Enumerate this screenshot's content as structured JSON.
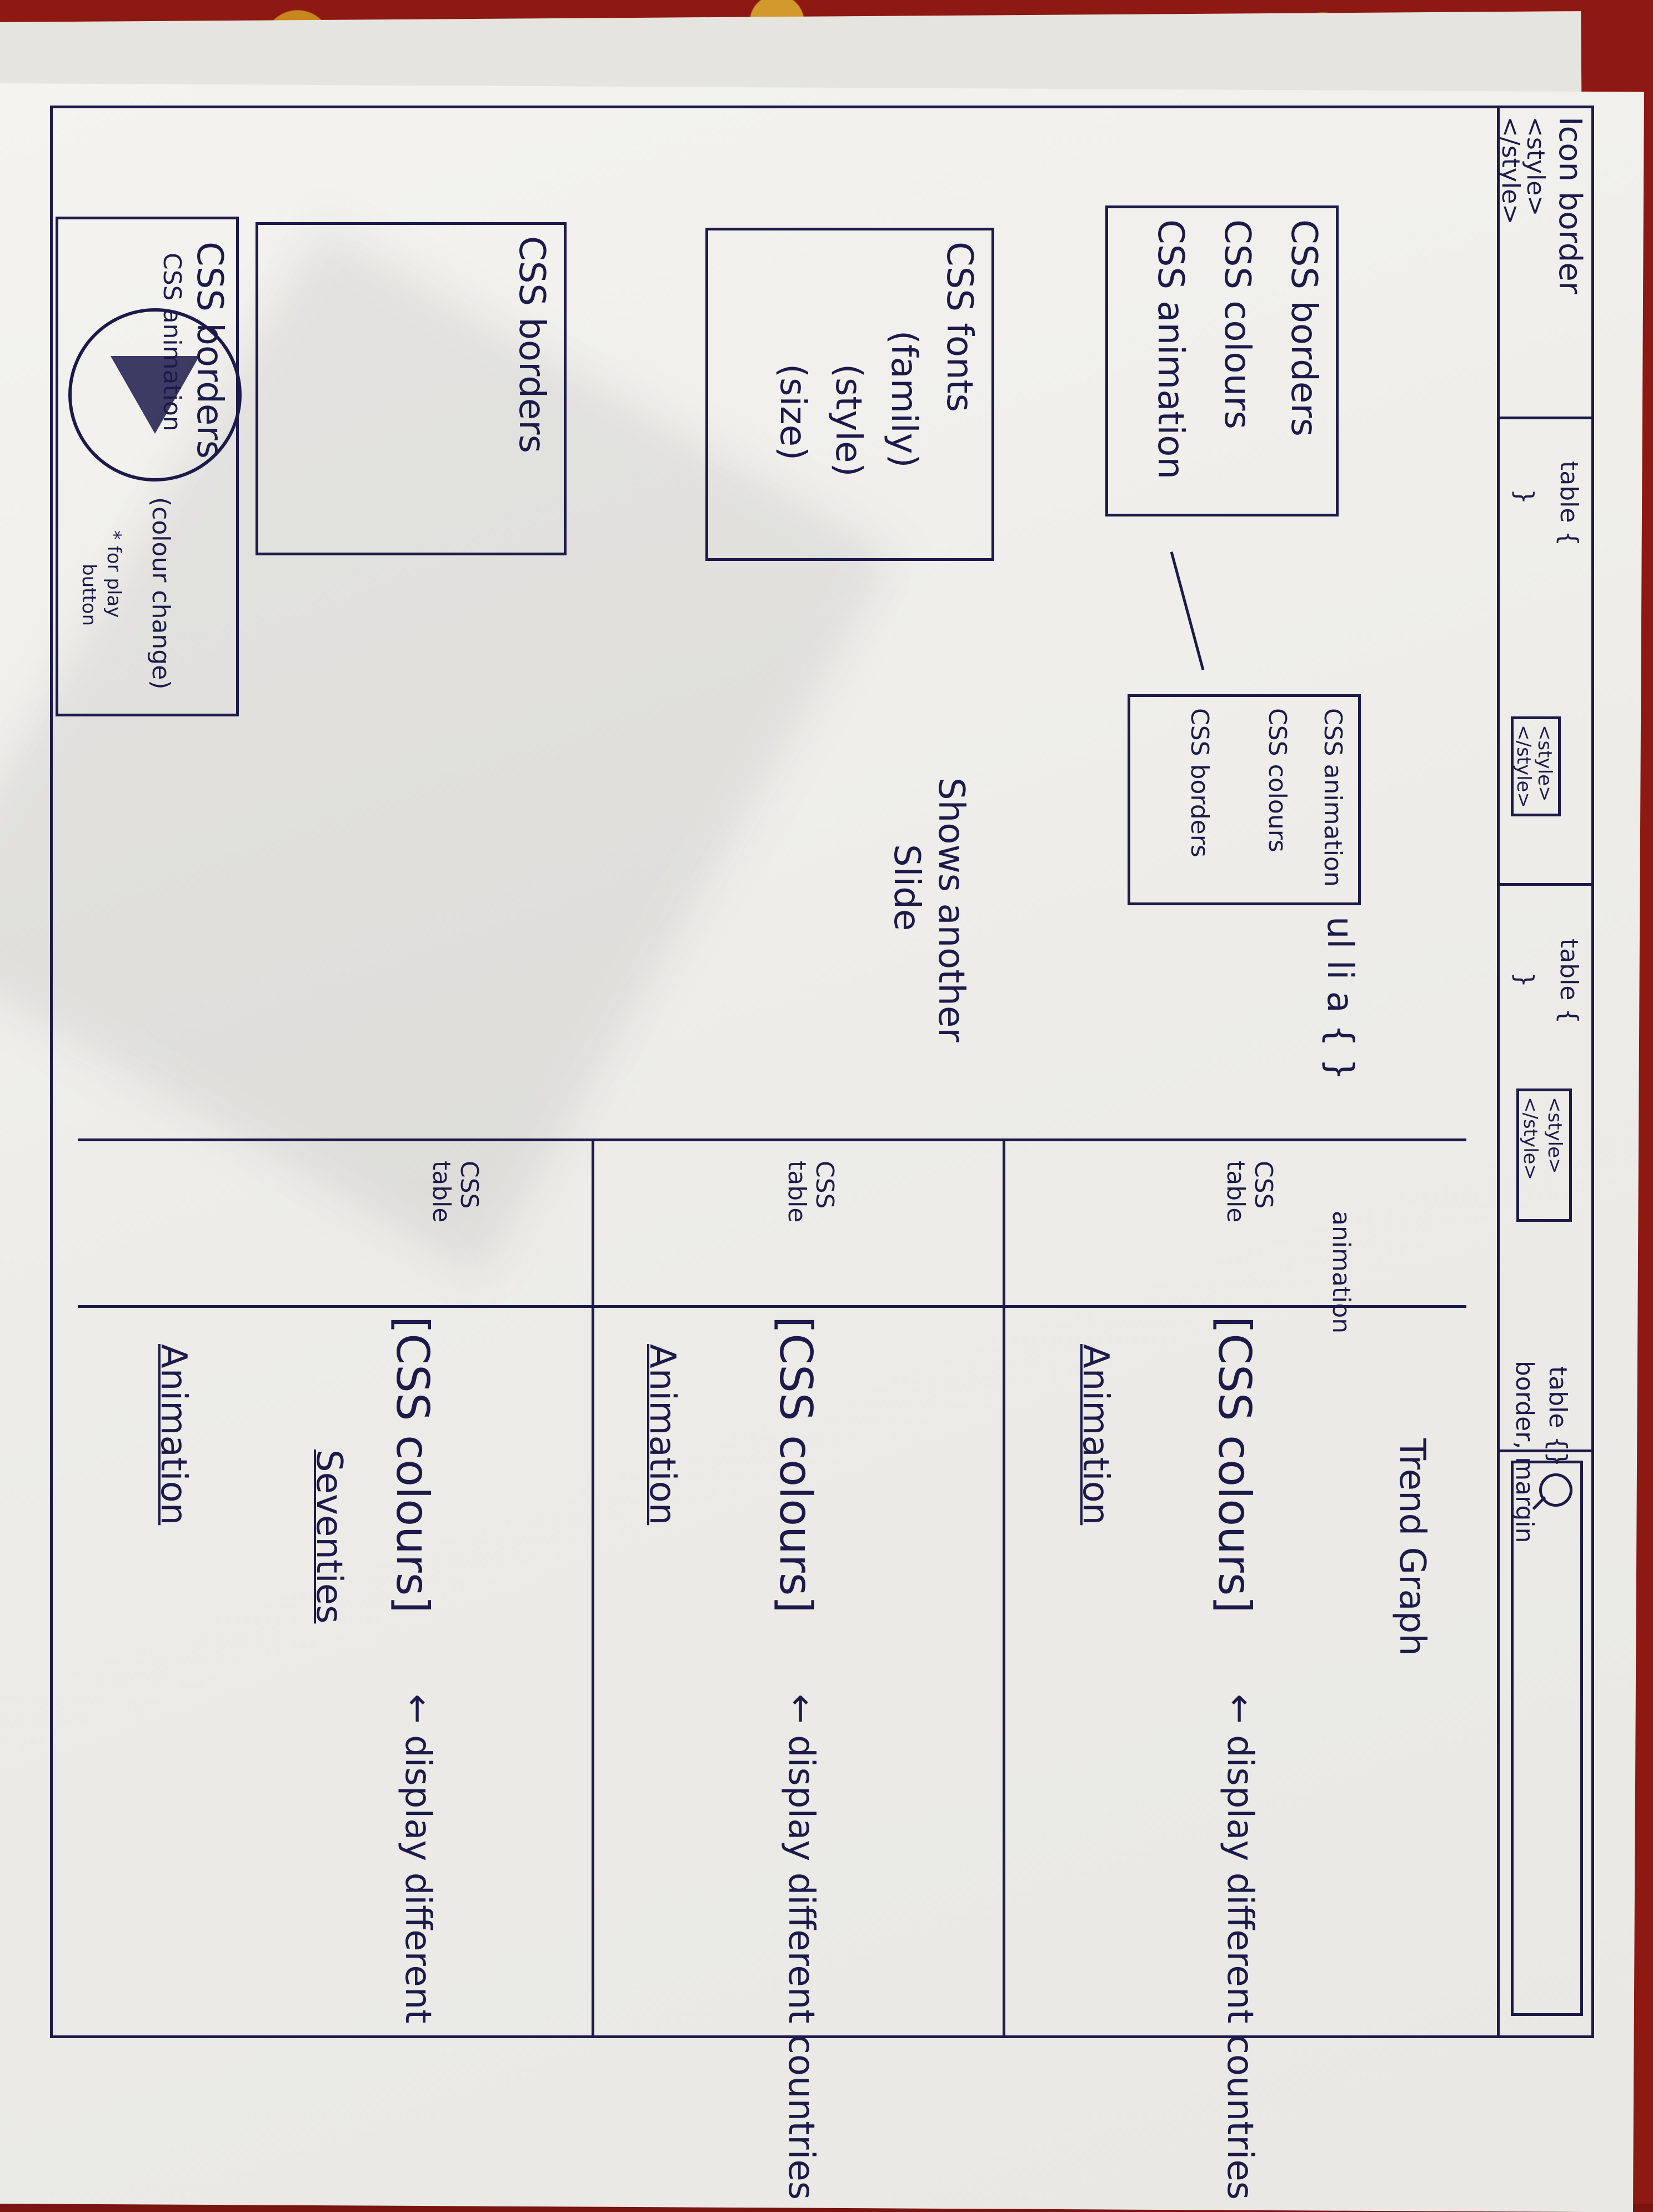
{
  "header": {
    "logo_text": [
      "Icon border",
      "<style>",
      "</style>"
    ],
    "nav_notes": [
      {
        "top": "table {",
        "bottom": "}"
      },
      {
        "lines": [
          "<style>",
          "</style>"
        ]
      },
      {
        "top": "table {",
        "bottom": "}"
      },
      {
        "lines": [
          "<style>",
          "</style>"
        ]
      }
    ],
    "search_note": [
      "table {}",
      "border, margin"
    ]
  },
  "sidebar": {
    "menu_items": [
      "CSS borders",
      "CSS colours",
      "CSS animation"
    ],
    "dropdown_items": [
      "CSS animation",
      "CSS colours",
      "CSS borders"
    ],
    "fonts_box_lines": [
      "CSS fonts",
      "(family)",
      "(style)",
      "(size)"
    ],
    "borders_box": "CSS borders",
    "animation_box": {
      "title": "CSS borders",
      "subtitle": "CSS animation",
      "note": "(colour change)",
      "play_note": [
        "* for play",
        "button"
      ]
    }
  },
  "annotations": {
    "ul_li_a": "ul li a { }",
    "animation_pointer": "animation",
    "trend_graph": "Trend Graph",
    "shows_another_slide": [
      "Shows another",
      "Slide"
    ]
  },
  "rows": [
    {
      "label": [
        "CSS",
        "table"
      ],
      "colours": "[CSS colours]",
      "note": "← display different countries",
      "link": "Animation"
    },
    {
      "label": [
        "CSS",
        "table"
      ],
      "colours": "[CSS colours]",
      "note": "← display different countries",
      "link": "Animation"
    },
    {
      "label": [
        "CSS",
        "table"
      ],
      "colours": "[CSS colours]",
      "note": "← display different",
      "note2": "Seventies",
      "link": "Animation"
    }
  ],
  "colors": {
    "ink": "#1d1a4a",
    "paper": "#f1f0ec",
    "fabric": "#8e1812"
  }
}
